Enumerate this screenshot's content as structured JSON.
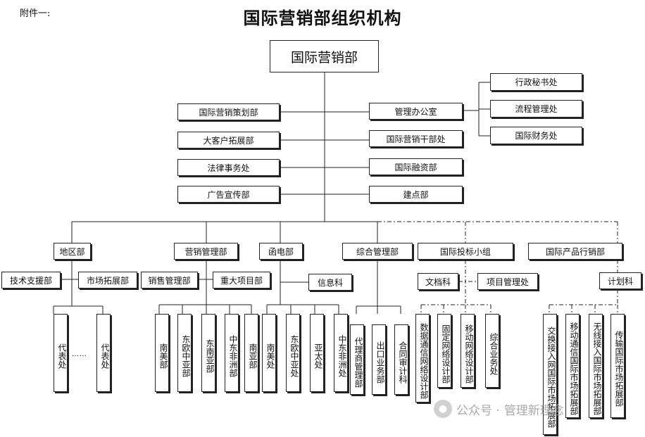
{
  "header": {
    "attachment_label": "附件一:",
    "title": "国际营销部组织机构"
  },
  "root": "国际营销部",
  "staff_left": [
    "国际营销策划部",
    "大客户拓展部",
    "法律事务处",
    "广告宣传部"
  ],
  "staff_right": [
    "管理办公室",
    "国际营销干部处",
    "国际融资部",
    "建点部"
  ],
  "office_subunits": [
    "行政秘书处",
    "流程管理处",
    "国际财务处"
  ],
  "divisions": {
    "region": {
      "label": "地区部",
      "sub_left": "技术支援部",
      "sub_right": "市场拓展部",
      "units": [
        "代表处",
        "代表处"
      ],
      "ellipsis": "……"
    },
    "marketing_mgmt": {
      "label": "营销管理部",
      "sub_left": "销售管理部",
      "sub_right": "重大项目部",
      "units": [
        "南美部",
        "东欧中亚部",
        "东南亚部",
        "中东非洲部",
        "南亚部"
      ]
    },
    "telecom": {
      "label": "函电部",
      "sub": "信息科",
      "units": [
        "南美处",
        "东欧中亚处",
        "亚太处",
        "中东非洲处"
      ]
    },
    "general_mgmt": {
      "label": "综合管理部",
      "units": [
        "代理商管理部",
        "出口业务部",
        "合同审计科"
      ]
    },
    "bidding": {
      "label": "国际投标小组",
      "sub_left": "文档科",
      "sub_right": "项目管理处",
      "units": [
        "数据通信网络设计部",
        "固定网络设计部",
        "移动网络设计部",
        "综合业务处"
      ]
    },
    "product": {
      "label": "国际产品行销部",
      "sub": "计划科",
      "units": [
        "交换接入网国际市场拓展部",
        "移动通信国际市场拓展部",
        "无线接入国际市场拓展部",
        "传输国际市场拓展部"
      ]
    }
  },
  "watermark": {
    "prefix": "公众号 ·",
    "name": "管理新理念"
  }
}
